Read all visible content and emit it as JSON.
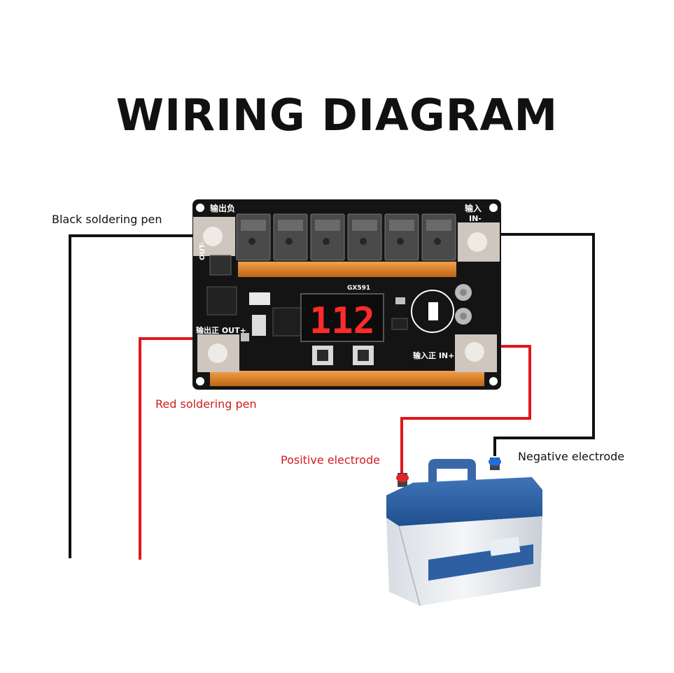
{
  "title": "WIRING DIAGRAM",
  "labels": {
    "black_pen": "Black soldering pen",
    "red_pen": "Red soldering pen",
    "positive": "Positive electrode",
    "negative": "Negative electrode"
  },
  "board": {
    "model": "GX591",
    "display": "112",
    "out_negative": "输出负",
    "out_positive": "输出正 OUT+",
    "in_negative_cn": "输入",
    "in_negative_en": "IN-",
    "in_positive": "输入正 IN+",
    "out_side": "OUT-"
  },
  "colors": {
    "wire_black": "#111111",
    "wire_red": "#e3161b",
    "label_red": "#d31c1c",
    "board": "#141414",
    "copper": "#d9822b",
    "display": "#ff2a2a"
  }
}
